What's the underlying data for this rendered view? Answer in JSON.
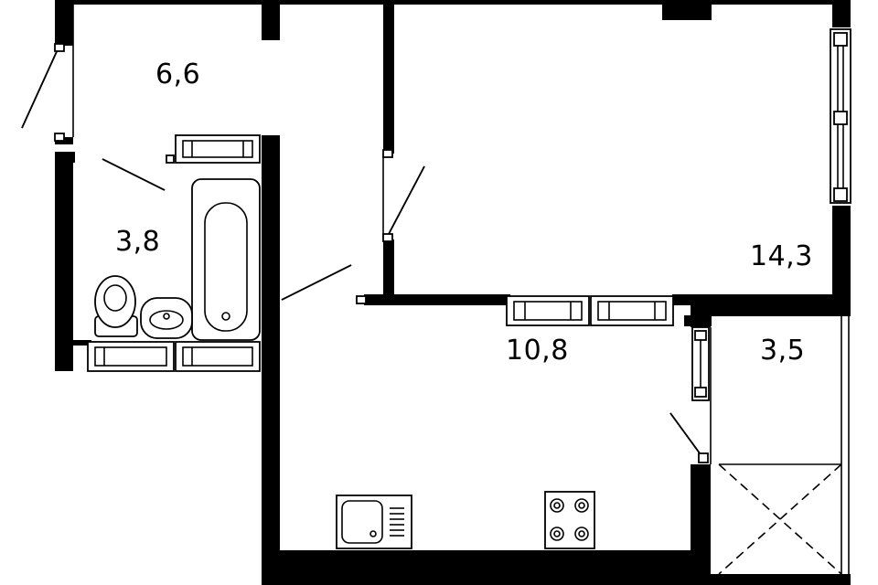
{
  "rooms": [
    {
      "id": "hallway",
      "area": "6,6"
    },
    {
      "id": "bathroom",
      "area": "3,8"
    },
    {
      "id": "living-room",
      "area": "14,3"
    },
    {
      "id": "kitchen",
      "area": "10,8"
    },
    {
      "id": "balcony",
      "area": "3,5"
    }
  ],
  "colors": {
    "wall": "#000000",
    "background": "#ffffff"
  }
}
